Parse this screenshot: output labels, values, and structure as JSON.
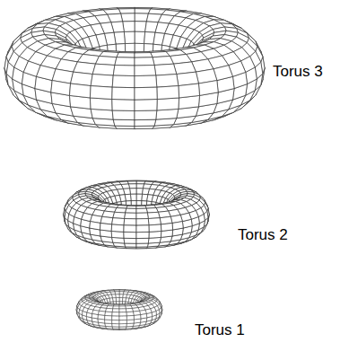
{
  "diagram": {
    "labels": [
      "Torus 3",
      "Torus 2",
      "Torus 1"
    ]
  }
}
